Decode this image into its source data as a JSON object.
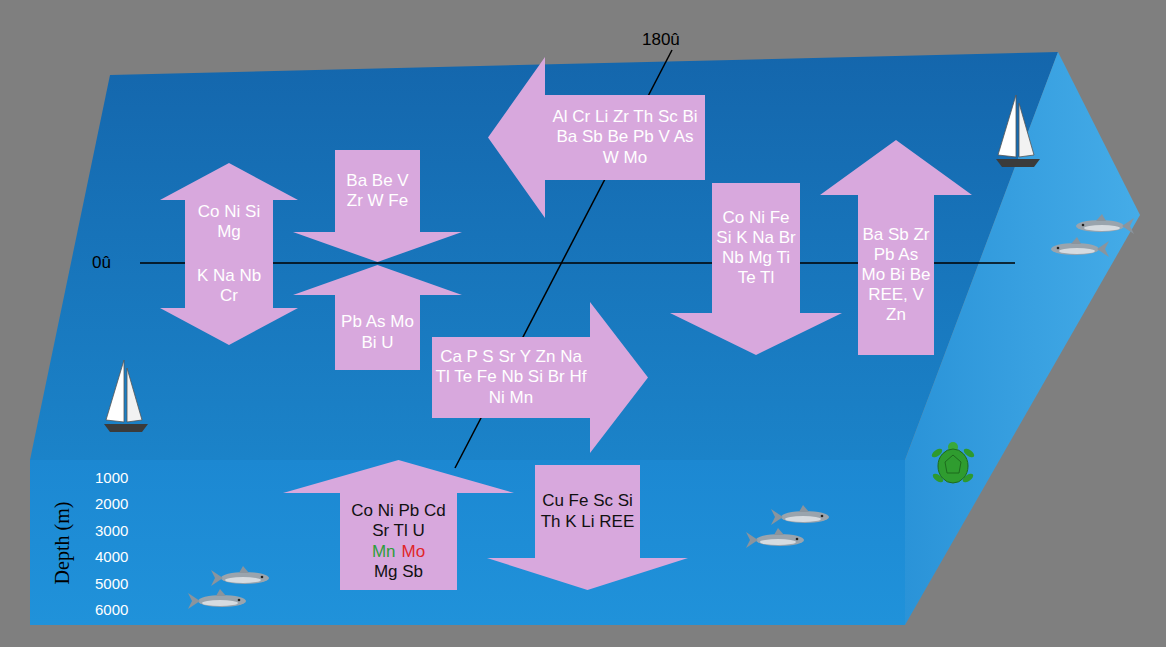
{
  "diagram": {
    "nodes": [
      {
        "text": [
          "Al Cr Li Zr Th Sc Bi Ba Sb Be Pb V As W Mo"
        ]
      },
      {
        "text": [
          "Co Ni Si Mg",
          "K Na Nb Cr"
        ]
      },
      {
        "text": [
          "Ba Be V Zr W Fe"
        ]
      },
      {
        "text": [
          "Pb As Mo Bi U"
        ]
      },
      {
        "text": [
          "Co Ni Fe Si K Na Br Nb Mg Ti Te Tl"
        ]
      },
      {
        "text": [
          "Ba Sb Zr Pb As Mo Bi Be REE, V Zn"
        ]
      },
      {
        "text": [
          "Ca P S Sr Y Zn Na Tl Te Fe Nb Si Br Hf Ni Mn"
        ]
      },
      {
        "text": [
          "Co Ni Pb Cd Sr Tl U",
          "Mn",
          "Mo",
          "Mg Sb"
        ]
      },
      {
        "text": [
          "Cu Fe Sc Si Th K Li REE"
        ]
      }
    ],
    "labels": [
      "180û",
      "0û",
      "Depth (m)",
      "1000",
      "2000",
      "3000",
      "4000",
      "5000",
      "6000"
    ]
  }
}
